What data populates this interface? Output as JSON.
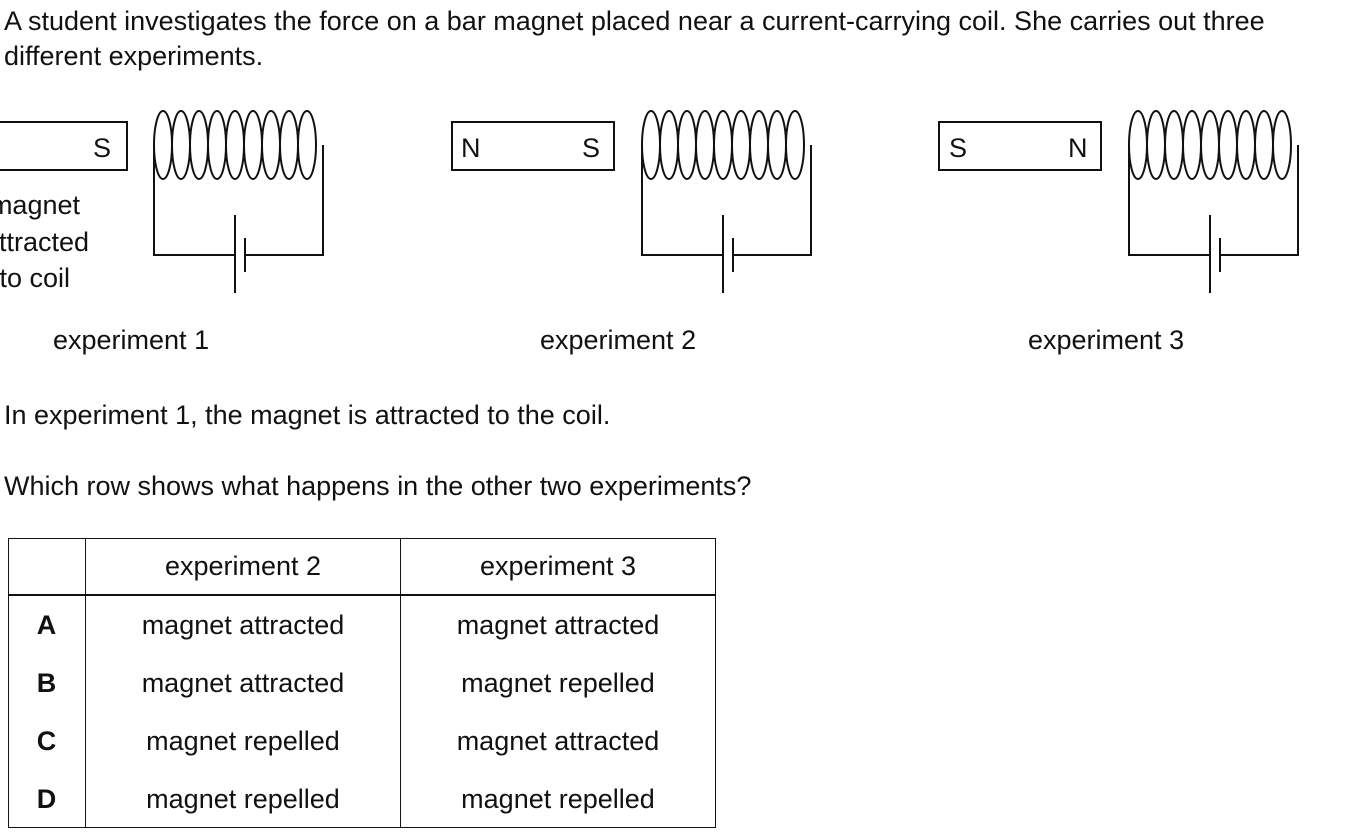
{
  "question": {
    "intro": "A student investigates the force on a bar magnet placed near a current-carrying coil. She carries out three different experiments.",
    "statement": "In experiment 1, the magnet is attracted to the coil.",
    "prompt": "Which row shows what happens in the other two experiments?"
  },
  "experiments": [
    {
      "caption": "experiment 1",
      "left_pole": "",
      "right_pole": "S",
      "note_lines": [
        "magnet",
        "attracted",
        "to coil"
      ]
    },
    {
      "caption": "experiment 2",
      "left_pole": "N",
      "right_pole": "S"
    },
    {
      "caption": "experiment 3",
      "left_pole": "S",
      "right_pole": "N"
    }
  ],
  "table": {
    "headers": [
      "",
      "experiment 2",
      "experiment 3"
    ],
    "rows": [
      {
        "letter": "A",
        "exp2": "magnet attracted",
        "exp3": "magnet attracted"
      },
      {
        "letter": "B",
        "exp2": "magnet attracted",
        "exp3": "magnet repelled"
      },
      {
        "letter": "C",
        "exp2": "magnet repelled",
        "exp3": "magnet attracted"
      },
      {
        "letter": "D",
        "exp2": "magnet repelled",
        "exp3": "magnet repelled"
      }
    ]
  }
}
